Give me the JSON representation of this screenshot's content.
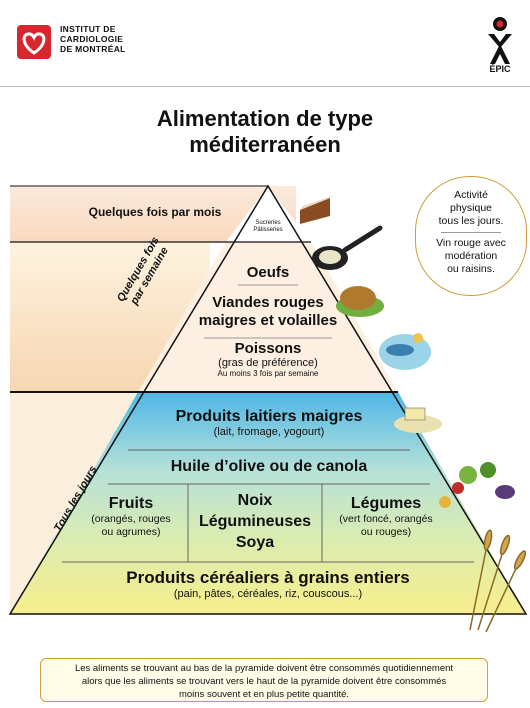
{
  "header": {
    "org_line1": "INSTITUT DE",
    "org_line2": "CARDIOLOGIE",
    "org_line3": "DE MONTRÉAL",
    "partner": "ÉPIC"
  },
  "title_line1": "Alimentation de type",
  "title_line2": "méditerranéen",
  "bands": {
    "top_label": "Quelques fois par mois",
    "top_note_line1": "Sucreries",
    "top_note_line2": "Pâtisseries",
    "weekly_label_line1": "Quelques fois",
    "weekly_label_line2": "par semaine",
    "daily_label": "Tous les jours"
  },
  "pyramid": {
    "oeufs": "Oeufs",
    "viandes_line1": "Viandes rouges",
    "viandes_line2": "maigres et volailles",
    "poissons": "Poissons",
    "poissons_sub": "(gras de préférence)",
    "poissons_note": "Au moins 3 fois par semaine",
    "laitiers": "Produits laitiers maigres",
    "laitiers_sub": "(lait, fromage, yogourt)",
    "huile": "Huile d’olive ou de canola",
    "fruits": "Fruits",
    "fruits_sub_line1": "(orangés, rouges",
    "fruits_sub_line2": "ou agrumes)",
    "noix_line1": "Noix",
    "noix_line2": "Légumineuses",
    "noix_line3": "Soya",
    "legumes": "Légumes",
    "legumes_sub_line1": "(vert foncé, orangés",
    "legumes_sub_line2": "ou rouges)",
    "cereales": "Produits céréaliers à grains entiers",
    "cereales_sub": "(pain, pâtes, céréales, riz, couscous...)"
  },
  "activity": {
    "line1": "Activité",
    "line2": "physique",
    "line3": "tous les jours.",
    "line4": "Vin rouge avec",
    "line5": "modération",
    "line6": "ou raisins."
  },
  "footer": {
    "line1": "Les aliments se trouvant au bas de la pyramide doivent être consommés quotidiennement",
    "line2": "alors que les aliments se trouvant vers le haut de la pyramide doivent être consommés",
    "line3": "moins souvent et en plus petite quantité."
  },
  "colors": {
    "peach": "#f9dfc6",
    "cream_band": "#fbe7d2",
    "daily_blue": "#6ec4e8",
    "mid_green": "#bfe2ce",
    "daily_yellow": "#f6ec8a",
    "brand_red": "#d7262d",
    "border_gold": "#d49b3a"
  }
}
